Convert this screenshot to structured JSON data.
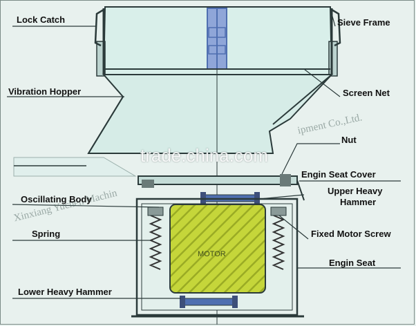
{
  "labels": {
    "lock_catch": "Lock Catch",
    "sieve_frame": "Sieve Frame",
    "vibration_hopper": "Vibration Hopper",
    "screen_net": "Screen Net",
    "nut": "Nut",
    "engin_seat_cover": "Engin Seat Cover",
    "oscillating_body": "Oscillating Body",
    "upper_heavy_hammer_1": "Upper Heavy",
    "upper_heavy_hammer_2": "Hammer",
    "spring": "Spring",
    "fixed_motor_screw": "Fixed Motor Screw",
    "engin_seat": "Engin Seat",
    "lower_heavy_hammer": "Lower Heavy Hammer",
    "motor": "MOTOR"
  },
  "watermarks": {
    "main": "trade.china.com",
    "company": "ipment Co.,Ltd.",
    "company_left": "Xinxiang Yuchen Machin"
  },
  "colors": {
    "background": "#e8f1ee",
    "body_fill": "#d6ece7",
    "frame_blue": "#4f6fb0",
    "motor_fill": "#c5d63a",
    "motor_hatch": "#9aab24",
    "spring": "#333333",
    "line": "#2b3a3a"
  }
}
